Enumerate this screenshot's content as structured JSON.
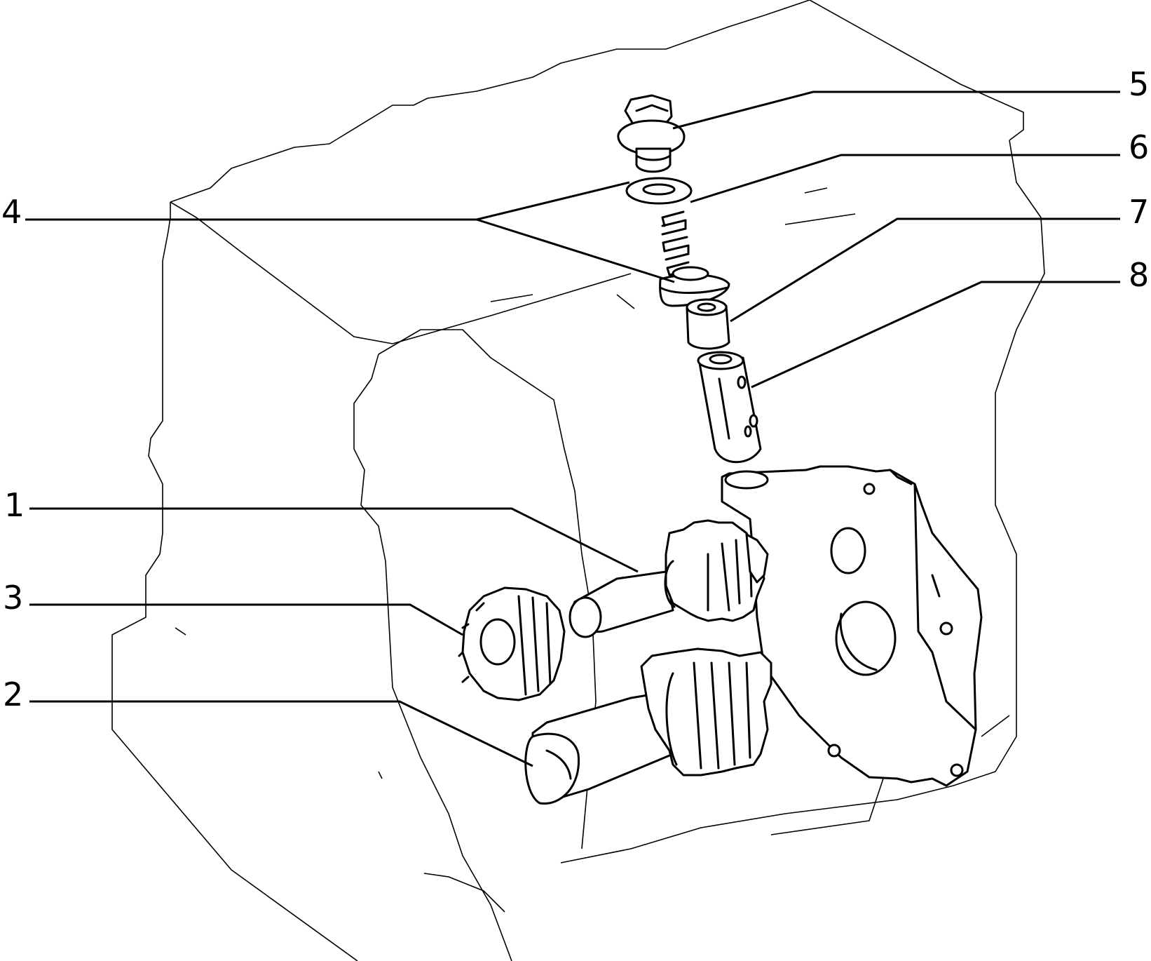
{
  "diagram": {
    "callouts": [
      {
        "id": "1"
      },
      {
        "id": "2"
      },
      {
        "id": "3"
      },
      {
        "id": "4"
      },
      {
        "id": "5"
      },
      {
        "id": "6"
      },
      {
        "id": "7"
      },
      {
        "id": "8"
      }
    ]
  }
}
